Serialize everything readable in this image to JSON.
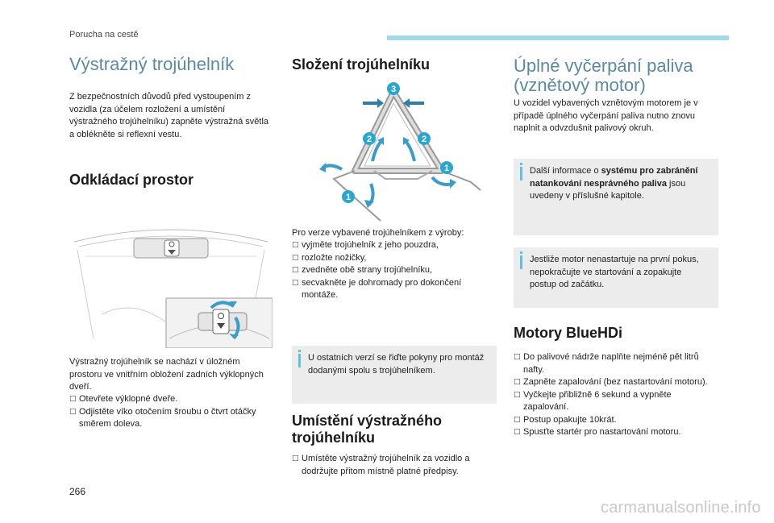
{
  "header": {
    "section": "Porucha na cestě"
  },
  "col1": {
    "title": "Výstražný trojúhelník",
    "intro": "Z bezpečnostních důvodů před vystoupením z vozidla (za účelem rozložení a umístění výstražného trojúhelníku) zapněte výstražná světla a oblékněte si reflexní vestu.",
    "storage_title": "Odkládací prostor",
    "storage_text": "Výstražný trojúhelník se nachází v úložném prostoru ve vnitřním obložení zadních výklopných dveří.",
    "storage_steps": [
      "Otevřete výklopné dveře.",
      "Odjistěte víko otočením šroubu o čtvrt otáčky směrem doleva."
    ]
  },
  "col2": {
    "title": "Složení trojúhelníku",
    "figure_numbers": [
      "3",
      "2",
      "2",
      "1",
      "1"
    ],
    "intro": "Pro verze vybavené trojúhelníkem z výroby:",
    "steps": [
      "vyjměte trojúhelník z jeho pouzdra,",
      "rozložte nožičky,",
      "zvedněte obě strany trojúhelníku,",
      "secvakněte je dohromady pro dokončení montáže."
    ],
    "info_text": "U ostatních verzí se řiďte pokyny pro montáž dodanými spolu s trojúhelníkem.",
    "placement_title": "Umístění výstražného trojúhelníku",
    "placement_steps": [
      "Umístěte výstražný trojúhelník za vozidlo a dodržujte přitom místně platné předpisy."
    ]
  },
  "col3": {
    "title": "Úplné vyčerpání paliva (vznětový motor)",
    "intro": "U vozidel vybavených vznětovým motorem je v případě úplného vyčerpání paliva nutno znovu naplnit a odvzdušnit palivový okruh.",
    "info1_prefix": "Další informace o ",
    "info1_bold": "systému pro zabránění natankování nesprávného paliva",
    "info1_suffix": " jsou uvedeny v příslušné kapitole.",
    "info2": "Jestliže motor nenastartuje na první pokus, nepokračujte ve startování a zopakujte postup od začátku.",
    "bluehdi_title": "Motory BlueHDi",
    "bluehdi_steps": [
      "Do palivové nádrže naplňte nejméně pět litrů nafty.",
      "Zapněte zapalování (bez nastartování motoru).",
      "Vyčkejte přibližně 6 sekund a vypněte zapalování.",
      "Postup opakujte 10krát.",
      "Spusťte startér pro nastartování motoru."
    ]
  },
  "footer": {
    "page_number": "266",
    "watermark": "carmanualsonline.info"
  },
  "colors": {
    "accent_blue": "#5fc1e0",
    "header_bar": "#a5d8e8",
    "title_light": "#5a8aa0",
    "box_bg": "#ececec"
  }
}
